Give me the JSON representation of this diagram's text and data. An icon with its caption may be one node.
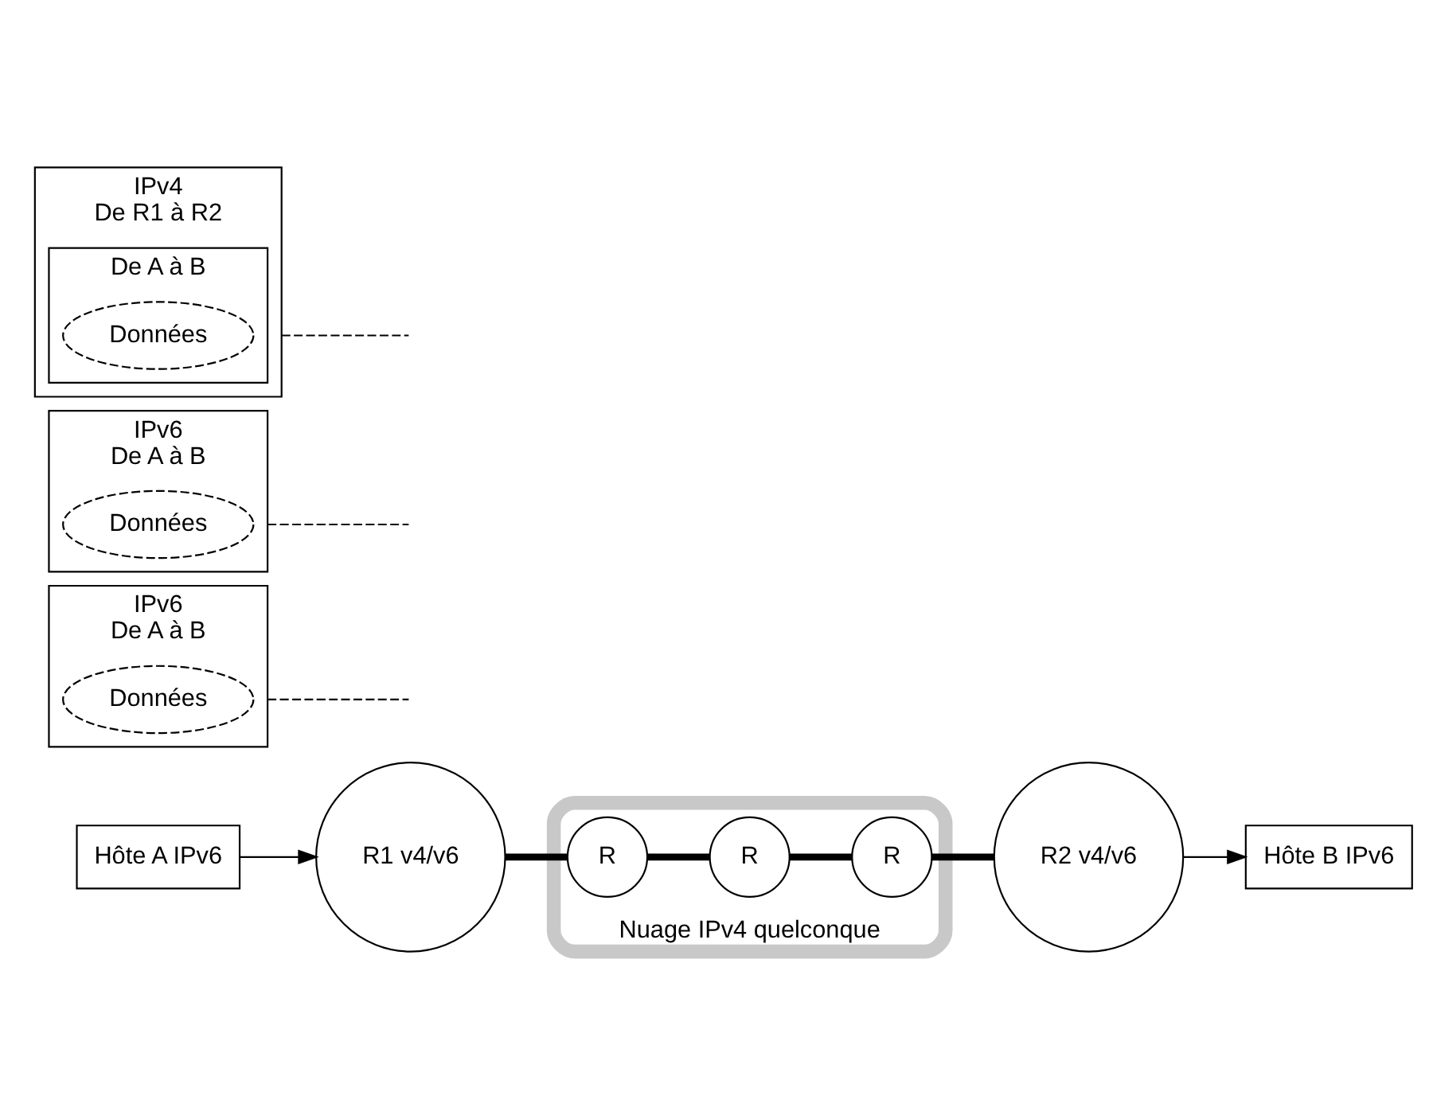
{
  "diagram": {
    "nodes": [
      {
        "text": [
          "Hôte A IPv6"
        ]
      },
      {
        "text": [
          "IPv6",
          "De A à B"
        ]
      },
      {
        "text": [
          "Données"
        ],
        "in": 1
      },
      {
        "text": [
          "IPv6",
          "De A à B"
        ]
      },
      {
        "text": [
          "Données"
        ],
        "in": 3
      },
      {
        "text": [
          "Hôte B IPv6"
        ]
      },
      {
        "text": [
          "R1 v4/v6"
        ]
      },
      {
        "text": [
          "R2 v4/v6"
        ]
      },
      {
        "text": [
          "IPv4",
          "De R1 à R2"
        ]
      },
      {
        "text": [
          "De A à B"
        ],
        "in": 8
      },
      {
        "text": [
          "Données"
        ],
        "in": 9
      },
      {
        "text": [
          "Nuage IPv4 quelconque"
        ]
      },
      {
        "text": [
          "R"
        ],
        "in": 11
      },
      {
        "text": [
          "R"
        ],
        "in": 11
      },
      {
        "text": [
          "R"
        ],
        "in": 11
      }
    ],
    "edges": [
      {
        "from": 0,
        "to": 6,
        "arrow": "to"
      },
      {
        "from": 1,
        "to": null,
        "arrow": "none",
        "style": "dashed"
      },
      {
        "from": 7,
        "to": 5,
        "arrow": "to"
      },
      {
        "from": 3,
        "to": null,
        "arrow": "none",
        "style": "dashed"
      },
      {
        "from": 6,
        "to": 12,
        "arrow": "none",
        "style": "thick"
      },
      {
        "from": 12,
        "to": 13,
        "arrow": "none",
        "style": "thick"
      },
      {
        "from": 13,
        "to": 14,
        "arrow": "none",
        "style": "thick"
      },
      {
        "from": 14,
        "to": 7,
        "arrow": "none",
        "style": "thick"
      },
      {
        "from": 8,
        "to": null,
        "arrow": "none",
        "style": "dashed"
      }
    ]
  }
}
